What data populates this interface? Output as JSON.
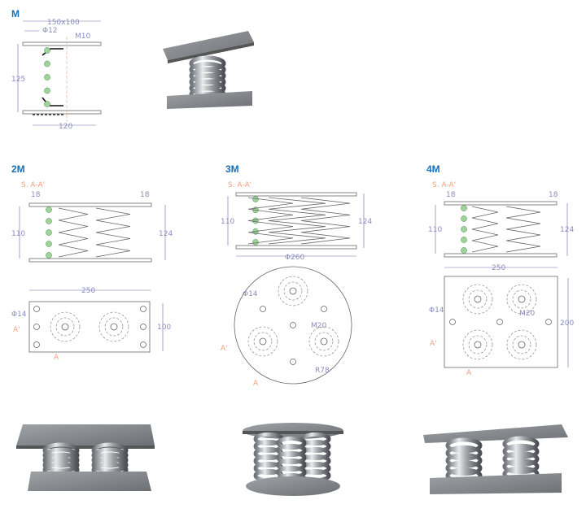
{
  "sections": [
    {
      "title": "M",
      "dims": {
        "overall": "150x100",
        "hole": "Φ12",
        "thread": "M10",
        "height": "125",
        "base": "120"
      }
    },
    {
      "title": "2M",
      "section_label": "S. A-A'",
      "dims": {
        "edge_left": "18",
        "edge_right": "18",
        "inner_height": "110",
        "height": "124",
        "width": "250",
        "depth": "100",
        "hole": "Φ14",
        "mark_a1": "A'",
        "mark_a": "A"
      }
    },
    {
      "title": "3M",
      "section_label": "S. A-A'",
      "dims": {
        "inner_height": "110",
        "height": "124",
        "diameter": "Φ260",
        "hole": "Φ14",
        "thread": "M20",
        "radius": "R78",
        "mark_a1": "A'",
        "mark_a": "A"
      }
    },
    {
      "title": "4M",
      "section_label": "S. A-A'",
      "dims": {
        "edge_left": "18",
        "edge_right": "18",
        "inner_height": "110",
        "height": "124",
        "width": "250",
        "depth": "200",
        "hole": "Φ14",
        "thread": "M20",
        "mark_a1": "A'",
        "mark_a": "A"
      }
    }
  ]
}
